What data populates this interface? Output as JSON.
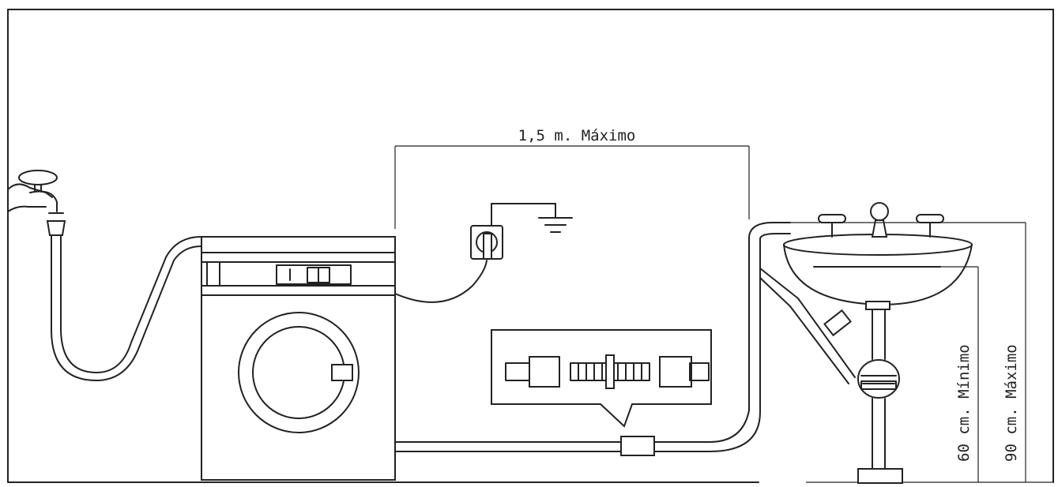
{
  "labels": {
    "cable_length": "1,5 m. Máximo",
    "drain_min_height": "60 cm. Mínimo",
    "drain_max_height": "90 cm. Máximo"
  },
  "colors": {
    "line": "#222222",
    "background": "#ffffff"
  }
}
